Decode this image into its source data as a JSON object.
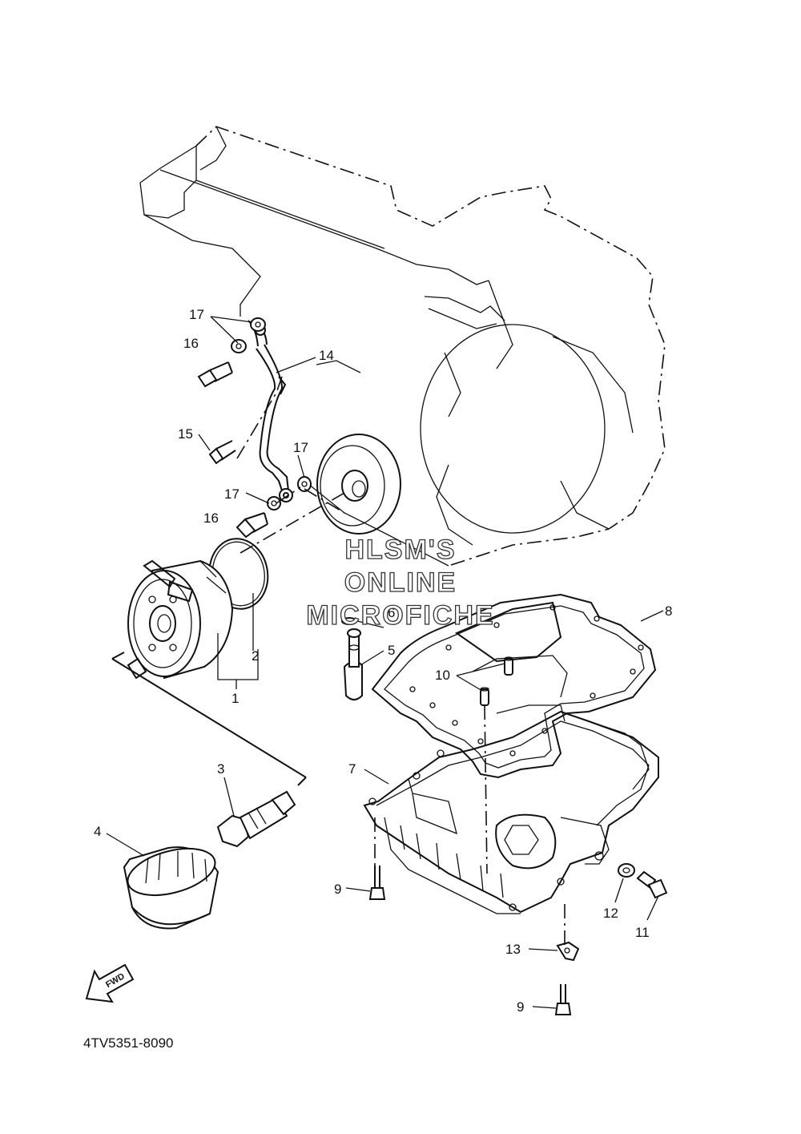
{
  "diagram": {
    "reference_code": "4TV5351-8090",
    "forward_arrow_label": "FWD",
    "watermark": [
      "HLSM'S",
      "ONLINE",
      "MICROFICHE"
    ],
    "callouts": [
      {
        "id": "c1",
        "label": "1"
      },
      {
        "id": "c2",
        "label": "2"
      },
      {
        "id": "c3",
        "label": "3"
      },
      {
        "id": "c4",
        "label": "4"
      },
      {
        "id": "c5",
        "label": "5"
      },
      {
        "id": "c6",
        "label": "6"
      },
      {
        "id": "c7",
        "label": "7"
      },
      {
        "id": "c8",
        "label": "8"
      },
      {
        "id": "c9a",
        "label": "9"
      },
      {
        "id": "c9b",
        "label": "9"
      },
      {
        "id": "c10",
        "label": "10"
      },
      {
        "id": "c11",
        "label": "11"
      },
      {
        "id": "c12",
        "label": "12"
      },
      {
        "id": "c13",
        "label": "13"
      },
      {
        "id": "c14",
        "label": "14"
      },
      {
        "id": "c15",
        "label": "15"
      },
      {
        "id": "c16a",
        "label": "16"
      },
      {
        "id": "c16b",
        "label": "16"
      },
      {
        "id": "c17a",
        "label": "17"
      },
      {
        "id": "c17b",
        "label": "17"
      },
      {
        "id": "c17c",
        "label": "17"
      }
    ]
  }
}
